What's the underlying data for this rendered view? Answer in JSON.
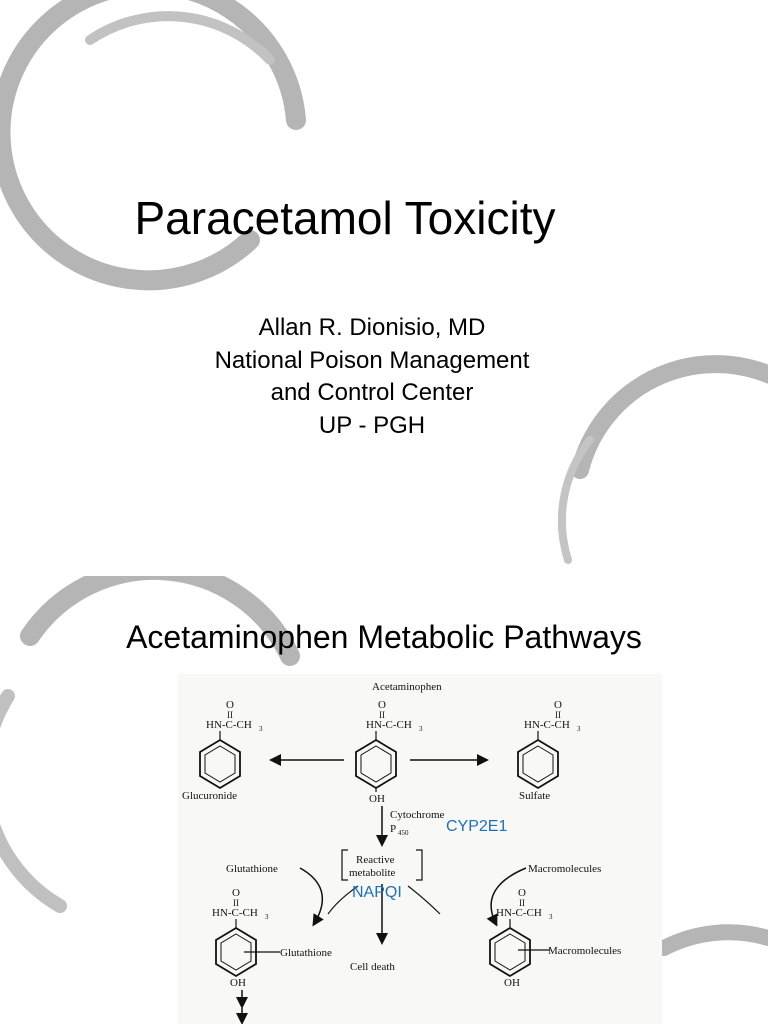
{
  "slide1": {
    "title": "Paracetamol Toxicity",
    "subtitle_lines": [
      "Allan R. Dionisio, MD",
      "National Poison Management",
      "and Control Center",
      "UP - PGH"
    ]
  },
  "slide2": {
    "title": "Acetaminophen Metabolic Pathways",
    "diagram": {
      "acetaminophen": "Acetaminophen",
      "o": "O",
      "hn_c_ch3": "HN-C-CH",
      "ch3_sub": "3",
      "oh": "OH",
      "glucuronide": "Glucuronide",
      "sulfate": "Sulfate",
      "cytochrome": "Cytochrome",
      "p": "P",
      "p_sub": "450",
      "reactive": "Reactive",
      "metabolite": "metabolite",
      "glutathione": "Glutathione",
      "macromolecules": "Macromolecules",
      "cell_death": "Cell death"
    },
    "annotations": {
      "cyp": "CYP2E1",
      "napqi": "NAPQI"
    },
    "annotation_color": "#1f6fb5"
  }
}
